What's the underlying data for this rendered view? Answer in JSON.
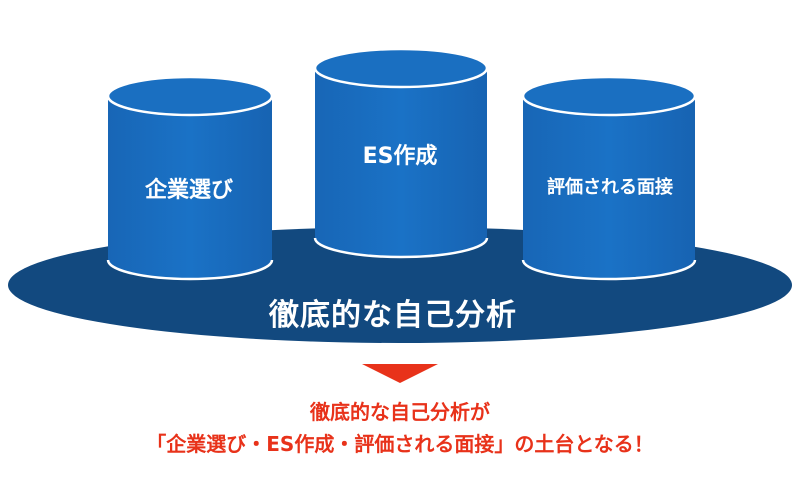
{
  "pillars": [
    {
      "label": "企業選び"
    },
    {
      "label": "ES作成"
    },
    {
      "label": "評価される面接"
    }
  ],
  "foundation": {
    "label": "徹底的な自己分析"
  },
  "caption": {
    "line1": "徹底的な自己分析が",
    "line2": "「企業選び・ES作成・評価される面接」の土台となる！"
  },
  "colors": {
    "cylinder_fill": "#1a6fc1",
    "cylinder_edge": "#ffffff",
    "foundation_fill": "#12497f",
    "arrow": "#e8321a",
    "caption_text": "#e8321a"
  }
}
